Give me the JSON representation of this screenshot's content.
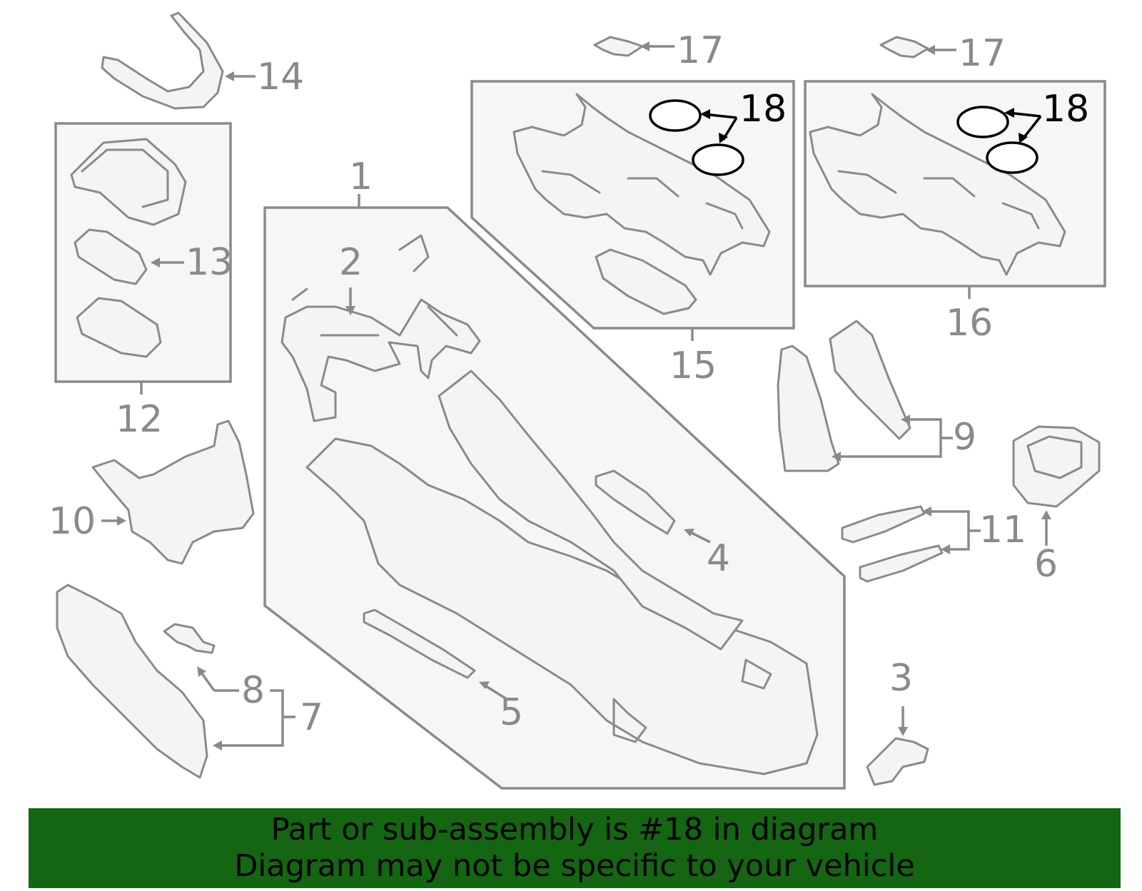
{
  "diagram": {
    "callouts": {
      "c1": "1",
      "c2": "2",
      "c3": "3",
      "c4": "4",
      "c5": "5",
      "c6": "6",
      "c7": "7",
      "c8": "8",
      "c9": "9",
      "c10": "10",
      "c11": "11",
      "c12": "12",
      "c13": "13",
      "c14": "14",
      "c15": "15",
      "c16": "16",
      "c17a": "17",
      "c17b": "17",
      "c18a": "18",
      "c18b": "18"
    },
    "highlighted_part": "18",
    "colors": {
      "line": "#8a8a8a",
      "highlight": "#000000",
      "banner": "#146612"
    }
  },
  "banner": {
    "line1": "Part or sub-assembly is #18 in diagram",
    "line2": "Diagram may not be specific to your vehicle"
  }
}
